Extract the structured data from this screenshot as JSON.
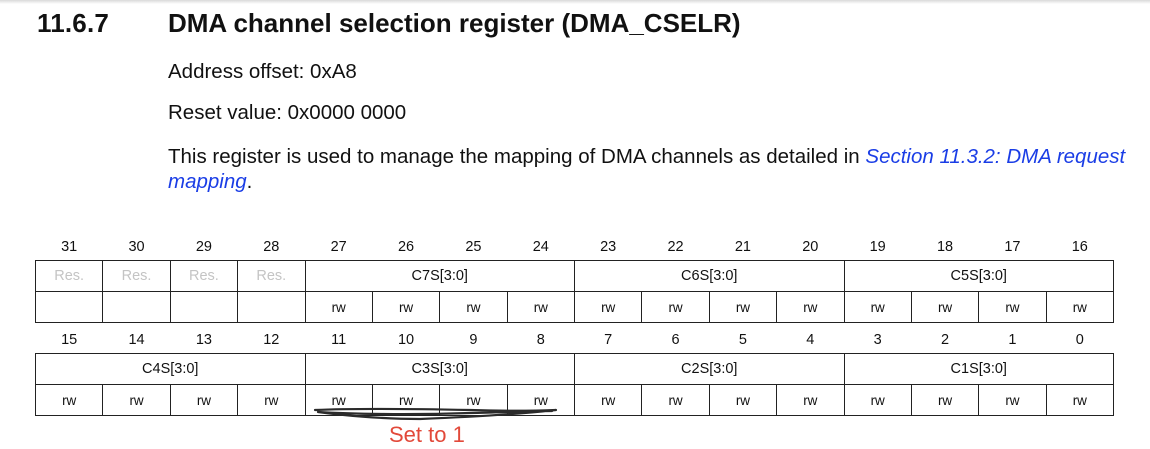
{
  "heading": {
    "number": "11.6.7",
    "title": "DMA channel selection register (DMA_CSELR)"
  },
  "address_offset": "Address offset: 0xA8",
  "reset_value": "Reset value: 0x0000 0000",
  "description": {
    "text": "This register is used to manage the mapping of DMA channels as detailed in ",
    "link": "Section 11.3.2: DMA request mapping",
    "end": "."
  },
  "upper": {
    "bits": [
      "31",
      "30",
      "29",
      "28",
      "27",
      "26",
      "25",
      "24",
      "23",
      "22",
      "21",
      "20",
      "19",
      "18",
      "17",
      "16"
    ],
    "reserved": [
      "Res.",
      "Res.",
      "Res.",
      "Res."
    ],
    "fields": [
      "C7S[3:0]",
      "C6S[3:0]",
      "C5S[3:0]"
    ],
    "access": [
      "rw",
      "rw",
      "rw",
      "rw",
      "rw",
      "rw",
      "rw",
      "rw",
      "rw",
      "rw",
      "rw",
      "rw"
    ]
  },
  "lower": {
    "bits": [
      "15",
      "14",
      "13",
      "12",
      "11",
      "10",
      "9",
      "8",
      "7",
      "6",
      "5",
      "4",
      "3",
      "2",
      "1",
      "0"
    ],
    "fields": [
      "C4S[3:0]",
      "C3S[3:0]",
      "C2S[3:0]",
      "C1S[3:0]"
    ],
    "access": [
      "rw",
      "rw",
      "rw",
      "rw",
      "rw",
      "rw",
      "rw",
      "rw",
      "rw",
      "rw",
      "rw",
      "rw",
      "rw",
      "rw",
      "rw",
      "rw"
    ]
  },
  "annotation": {
    "text": "Set to 1",
    "color": "#e2493a"
  }
}
